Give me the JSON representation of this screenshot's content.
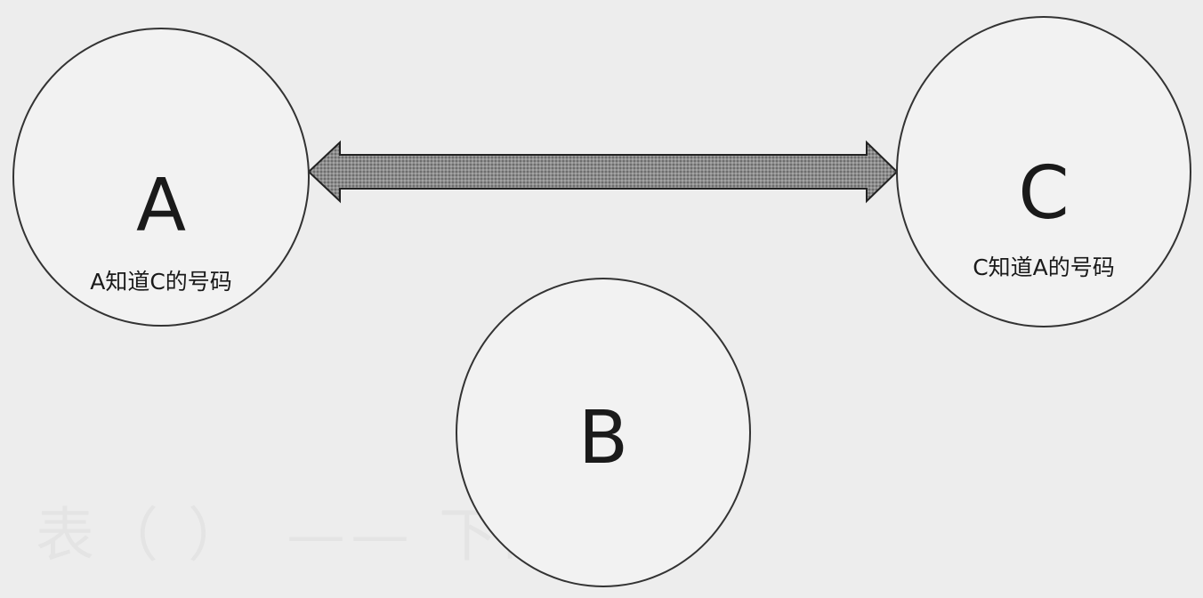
{
  "nodes": {
    "a": {
      "label": "A",
      "caption": "A知道C的号码"
    },
    "b": {
      "label": "B"
    },
    "c": {
      "label": "C",
      "caption": "C知道A的号码"
    }
  },
  "edges": [
    {
      "from": "A",
      "to": "C",
      "direction": "bidirectional"
    }
  ],
  "colors": {
    "background": "#ededed",
    "outline": "#333333",
    "arrow_fill": "#8a8a8a"
  }
}
